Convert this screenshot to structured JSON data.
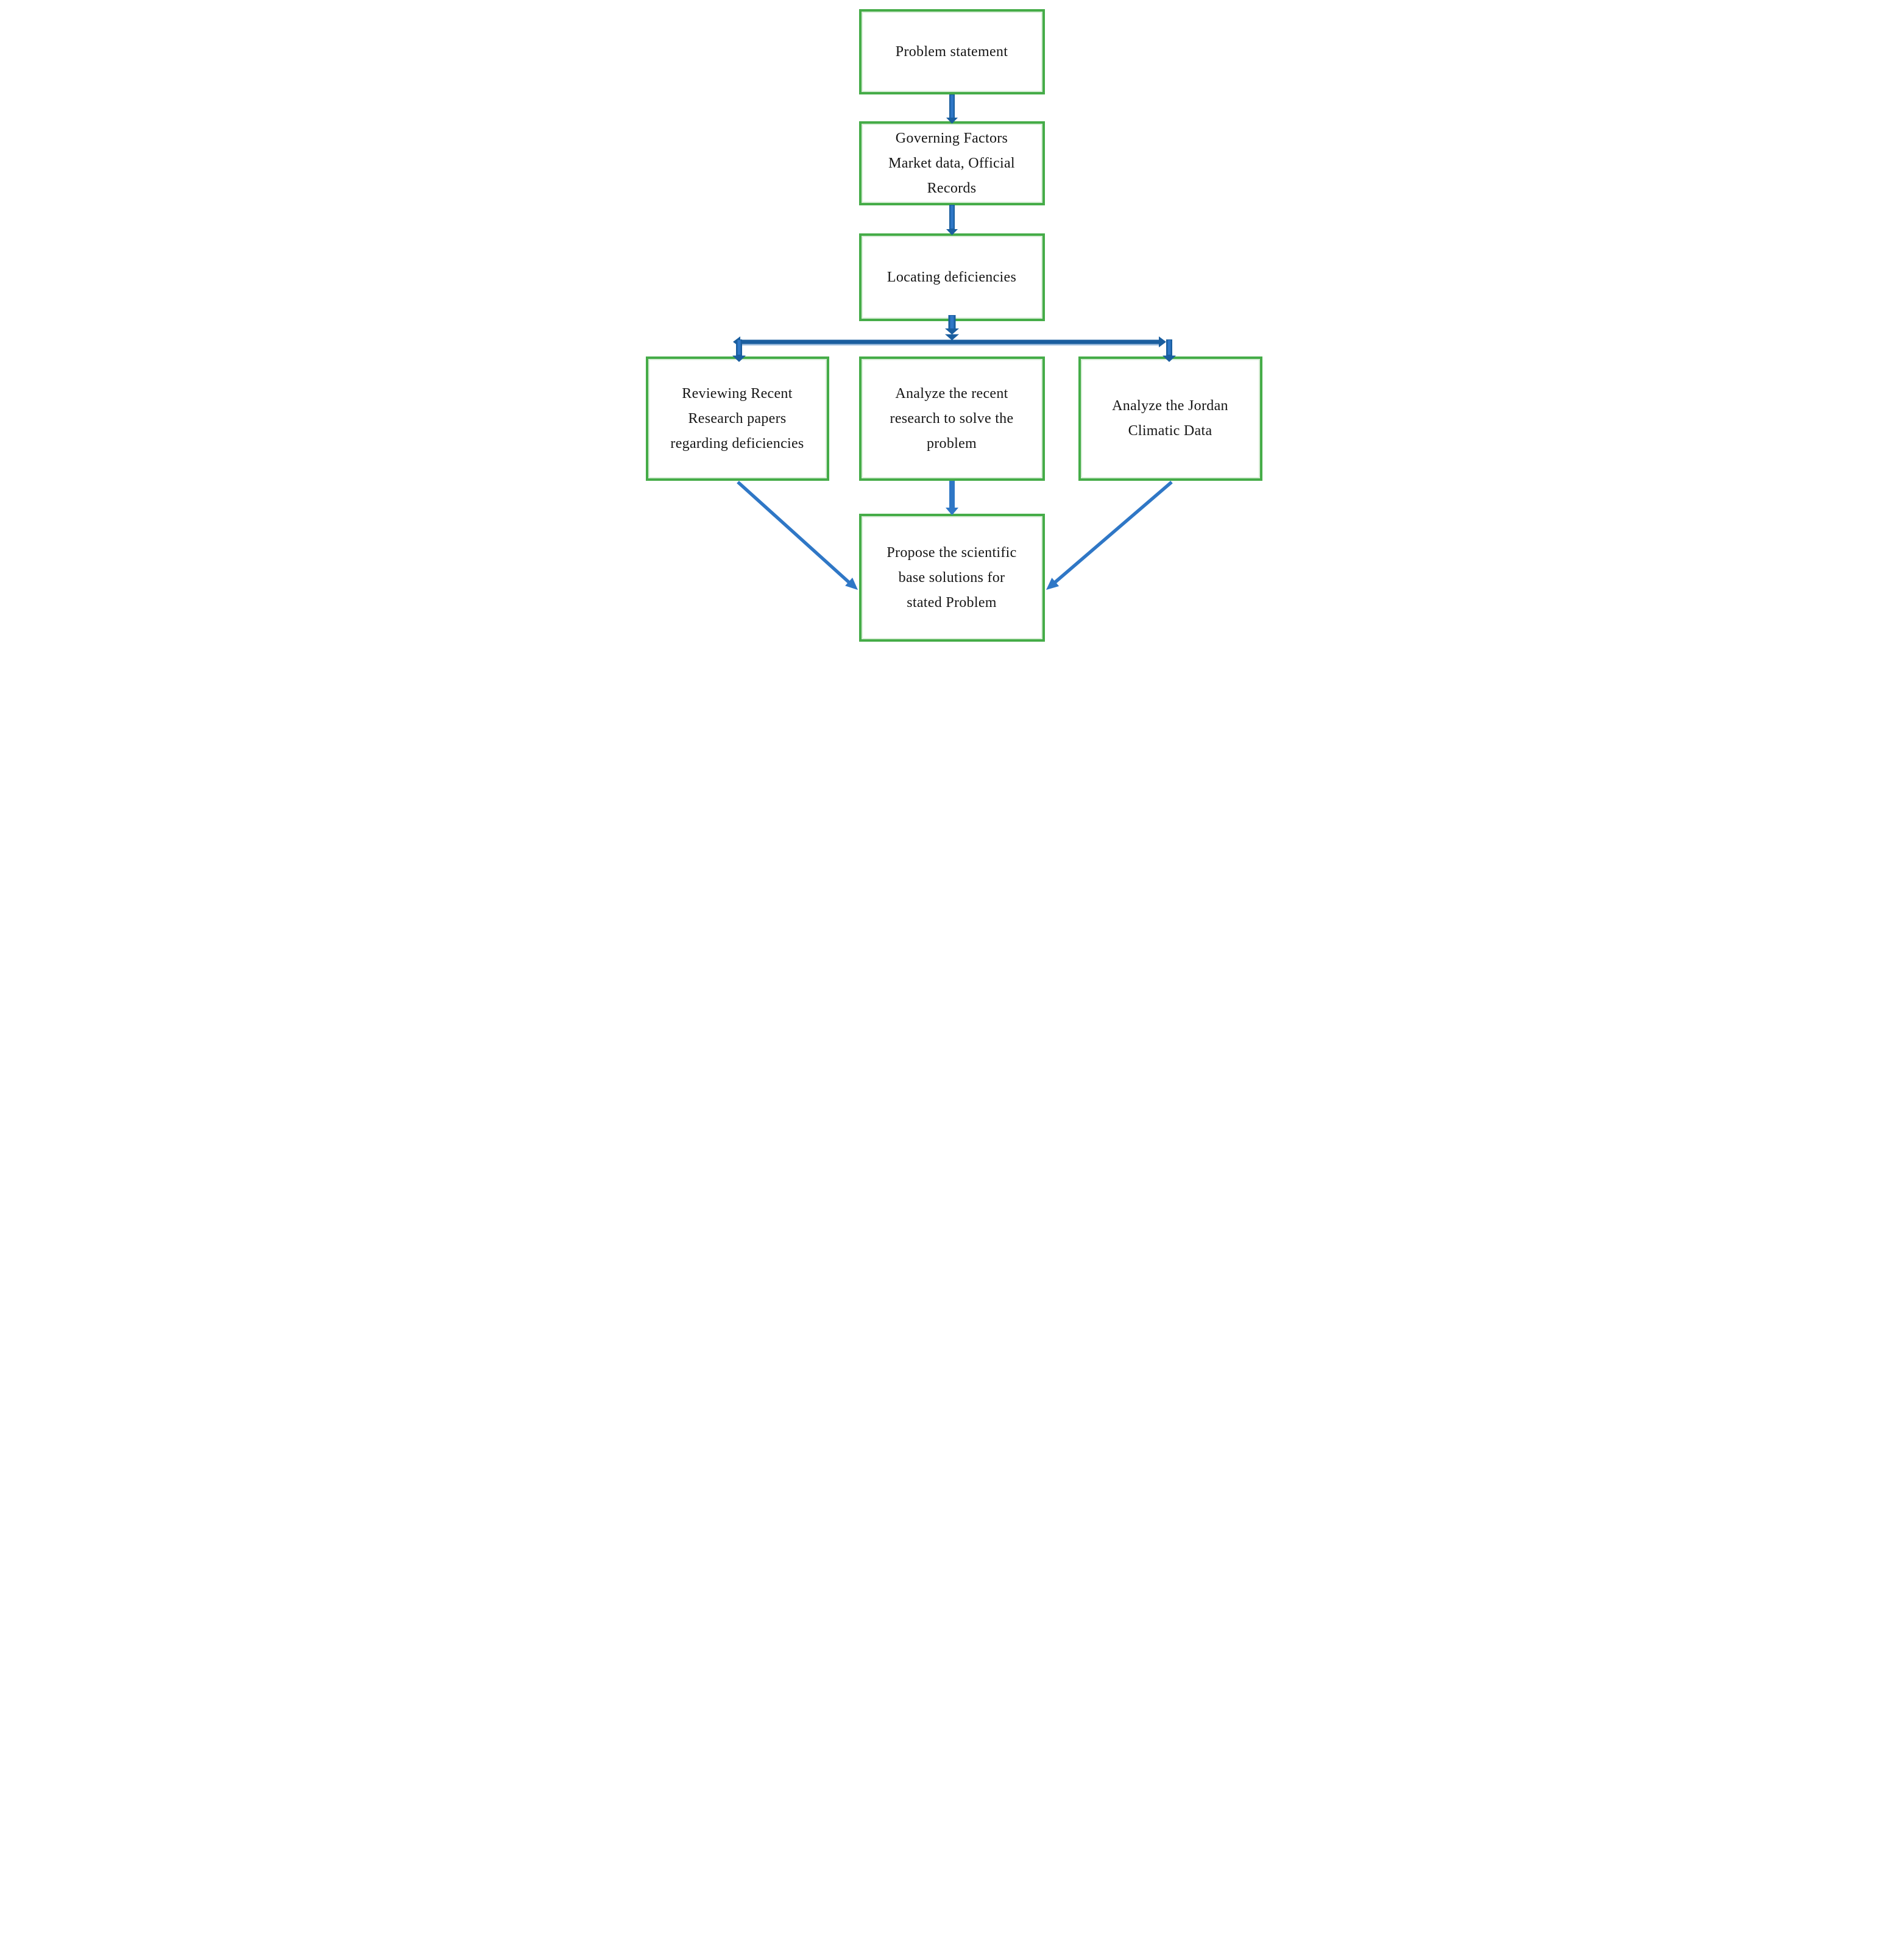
{
  "colors": {
    "box_border": "#45ac48",
    "box_border_halo": "#d8edd7",
    "arrow_dark": "#1a5e9f",
    "arrow_mid": "#2f77c6",
    "arrow_shadow": "#a6c3e1",
    "text": "#161616",
    "background": "#ffffff"
  },
  "nodes": {
    "problem": {
      "lines": [
        "Problem statement"
      ]
    },
    "governing": {
      "lines": [
        "Governing Factors",
        "Market data, Official",
        "Records"
      ]
    },
    "locating": {
      "lines": [
        "Locating deficiencies"
      ]
    },
    "reviewing": {
      "lines": [
        "Reviewing Recent",
        "Research papers",
        "regarding deficiencies"
      ]
    },
    "analyze": {
      "lines": [
        "Analyze the recent",
        "research to solve the",
        "problem"
      ]
    },
    "jordan": {
      "lines": [
        "Analyze the Jordan",
        "Climatic Data"
      ]
    },
    "propose": {
      "lines": [
        "Propose the scientific",
        "base solutions for",
        "stated Problem"
      ]
    }
  }
}
